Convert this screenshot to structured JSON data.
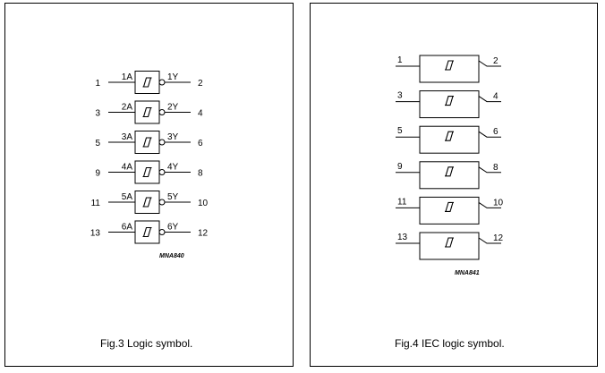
{
  "figures": [
    {
      "caption": "Fig.3  Logic symbol.",
      "code": "MNA840",
      "gates": [
        {
          "in_pin": "1",
          "in_label": "1A",
          "out_label": "1Y",
          "out_pin": "2"
        },
        {
          "in_pin": "3",
          "in_label": "2A",
          "out_label": "2Y",
          "out_pin": "4"
        },
        {
          "in_pin": "5",
          "in_label": "3A",
          "out_label": "3Y",
          "out_pin": "6"
        },
        {
          "in_pin": "9",
          "in_label": "4A",
          "out_label": "4Y",
          "out_pin": "8"
        },
        {
          "in_pin": "11",
          "in_label": "5A",
          "out_label": "5Y",
          "out_pin": "10"
        },
        {
          "in_pin": "13",
          "in_label": "6A",
          "out_label": "6Y",
          "out_pin": "12"
        }
      ]
    },
    {
      "caption": "Fig.4  IEC logic symbol.",
      "code": "MNA841",
      "gates": [
        {
          "in_pin": "1",
          "out_pin": "2"
        },
        {
          "in_pin": "3",
          "out_pin": "4"
        },
        {
          "in_pin": "5",
          "out_pin": "6"
        },
        {
          "in_pin": "9",
          "out_pin": "8"
        },
        {
          "in_pin": "11",
          "out_pin": "10"
        },
        {
          "in_pin": "13",
          "out_pin": "12"
        }
      ]
    }
  ]
}
